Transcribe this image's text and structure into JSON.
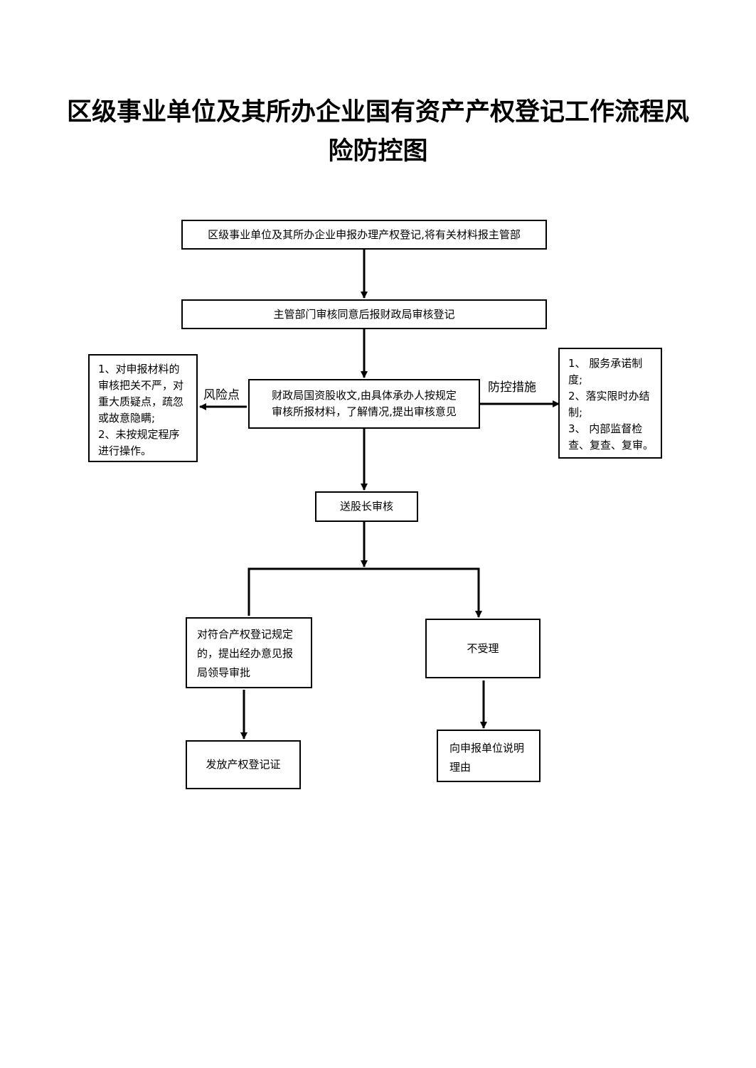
{
  "title": {
    "line1": "区级事业单位及其所办企业国有资产产权登记工作流程风",
    "line2": "险防控图"
  },
  "steps": {
    "step1": "区级事业单位及其所办企业申报办理产权登记,将有关材料报主管部",
    "step2": "主管部门审核同意后报财政局审核登记",
    "step3": {
      "line1": "财政局国资股收文,由具体承办人按规定",
      "line2": "审核所报材料，了解情况,提出审核意见"
    },
    "step4": "送股长审核",
    "approve": {
      "line1": "对符合产权登记规定",
      "line2": "的，提出经办意见报",
      "line3": "局领导审批"
    },
    "issue": "发放产权登记证",
    "reject": "不受理",
    "explain": {
      "line1": "向申报单位说明",
      "line2": "理由"
    }
  },
  "risk": {
    "label": "风险点",
    "lines": [
      "1、对申报材料的",
      "审核把关不严，对",
      "重大质疑点，疏忽",
      "或故意隐瞒;",
      "2、未按规定程序",
      "进行操作。"
    ]
  },
  "control": {
    "label": "防控措施",
    "lines": [
      "1、 服务承诺制",
      "度;",
      "2、落实限时办结",
      "制;",
      "3、 内部监督检",
      "查、复查、复审。"
    ]
  }
}
